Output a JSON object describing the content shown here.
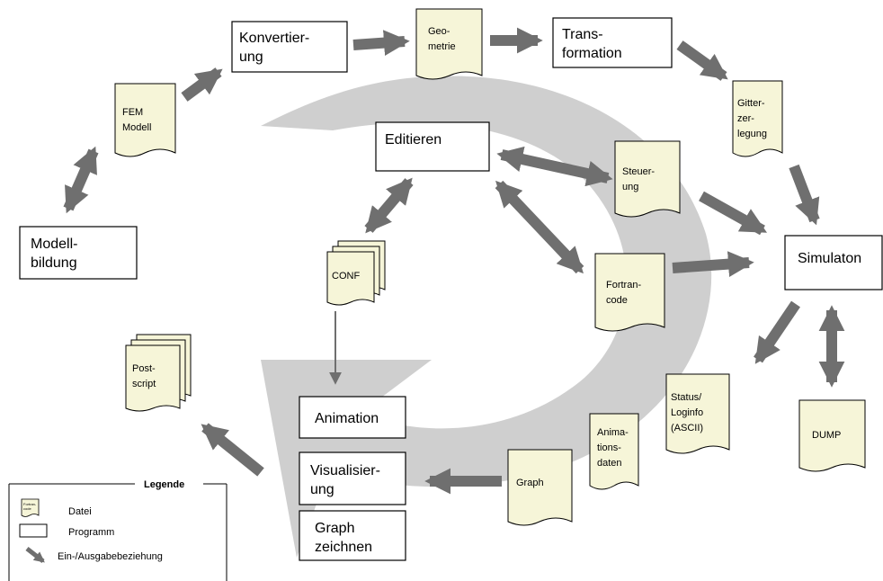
{
  "colors": {
    "file_fill": "#f6f5d8",
    "program_fill": "#ffffff",
    "arrow": "#6f6f6f",
    "cycle": "#cfcfcf",
    "stroke": "#000000"
  },
  "programs": {
    "konvertierung": [
      "Konvertier-",
      "ung"
    ],
    "transformation": [
      "Trans-",
      "formation"
    ],
    "modellbildung": [
      "Modell-",
      "bildung"
    ],
    "editieren": [
      "Editieren"
    ],
    "simulaton": [
      "Simulaton"
    ],
    "animation": [
      "Animation"
    ],
    "visualisierung": [
      "Visualisier-",
      "ung"
    ],
    "graph_zeichnen": [
      "Graph",
      "zeichnen"
    ]
  },
  "files": {
    "fem_modell": [
      "FEM",
      "Modell"
    ],
    "geometrie": [
      "Geo-",
      "metrie"
    ],
    "gitterzerlegung": [
      "Gitter-",
      "zer-",
      "legung"
    ],
    "steuerung": [
      "Steuer-",
      "ung"
    ],
    "conf": [
      "CONF"
    ],
    "fortrancode": [
      "Fortran-",
      "code"
    ],
    "postscript": [
      "Post-",
      "script"
    ],
    "status_loginfo": [
      "Status/",
      "Loginfo",
      "(ASCII)"
    ],
    "animationsdaten": [
      "Anima-",
      "tions-",
      "daten"
    ],
    "graph": [
      "Graph"
    ],
    "dump": [
      "DUMP"
    ]
  },
  "legend": {
    "title": "Legende",
    "file_label": "Datei",
    "program_label": "Programm",
    "relation_label": "Ein-/Ausgabebeziehung",
    "mini_file_text": [
      "Fortran-",
      "code"
    ]
  }
}
